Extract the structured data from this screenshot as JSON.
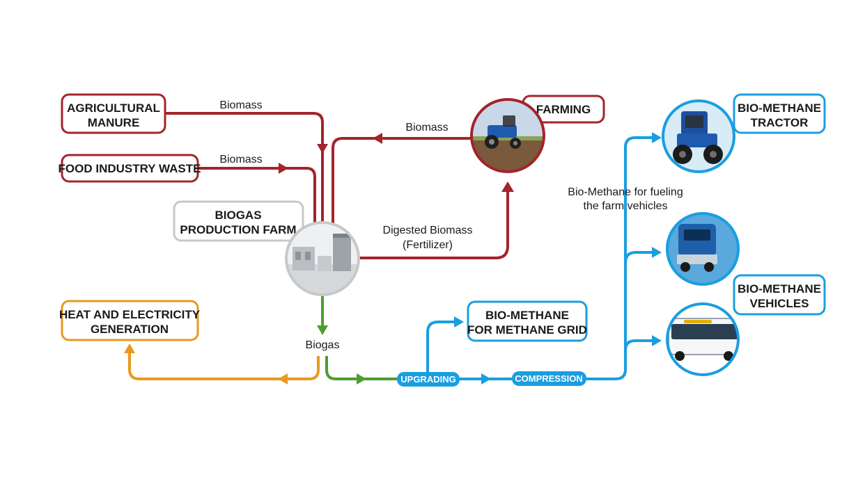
{
  "colors": {
    "input_flow": "#a3242b",
    "biogas_flow": "#4a9e2f",
    "heat_flow": "#e69a1e",
    "methane_flow": "#1a9ee0",
    "neutral_border": "#c8c8c8"
  },
  "boxes": {
    "agricultural_manure": [
      "AGRICULTURAL",
      "MANURE"
    ],
    "food_industry_waste": "FOOD INDUSTRY WASTE",
    "farming": "FARMING",
    "biogas_production_farm": [
      "BIOGAS",
      "PRODUCTION FARM"
    ],
    "heat_and_electricity": [
      "HEAT AND ELECTRICITY",
      "GENERATION"
    ],
    "bio_methane_grid": [
      "BIO-METHANE",
      "FOR METHANE GRID"
    ],
    "bio_methane_tractor": [
      "BIO-METHANE",
      "TRACTOR"
    ],
    "bio_methane_vehicles": [
      "BIO-METHANE",
      "VEHICLES"
    ]
  },
  "labels": {
    "biomass_manure": "Biomass",
    "biomass_food": "Biomass",
    "biomass_farming": "Biomass",
    "digested_biomass": [
      "Digested Biomass",
      "(Fertilizer)"
    ],
    "biogas": "Biogas",
    "fueling": [
      "Bio-Methane for fueling",
      "the farm vehicles"
    ]
  },
  "pills": {
    "upgrading": "UPGRADING",
    "compression": "COMPRESSION"
  },
  "icons": [
    "tractor-icon",
    "biogas-plant-icon",
    "truck-icon",
    "bus-icon"
  ]
}
